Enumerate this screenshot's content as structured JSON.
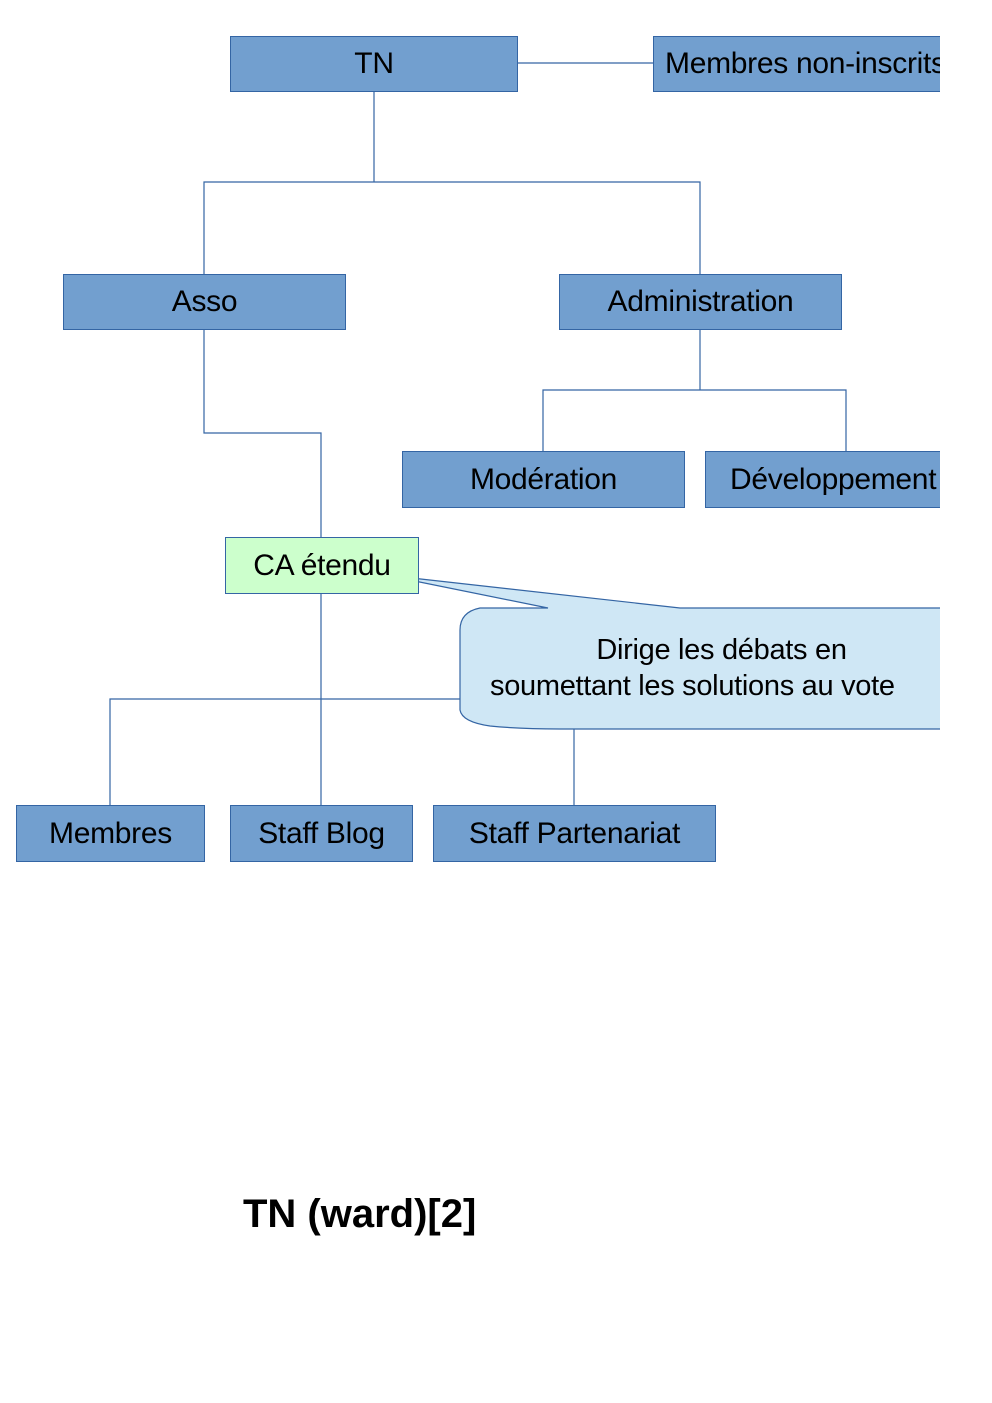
{
  "diagram": {
    "nodes": {
      "tn": "TN",
      "non_inscrits": "Membres non-inscrits",
      "asso": "Asso",
      "administration": "Administration",
      "moderation": "Modération",
      "developpement": "Développement",
      "ca_etendu": "CA étendu",
      "membres": "Membres",
      "staff_blog": "Staff Blog",
      "staff_partenariat": "Staff Partenariat"
    },
    "callout": {
      "line1": "Dirige les débats en",
      "line2": "soumettant les solutions au vote"
    },
    "colors": {
      "node_fill": "#729fcf",
      "node_border": "#3465a4",
      "highlight_fill": "#ccffcc",
      "callout_fill": "#cfe7f5"
    }
  },
  "caption": "TN (ward)[2]"
}
